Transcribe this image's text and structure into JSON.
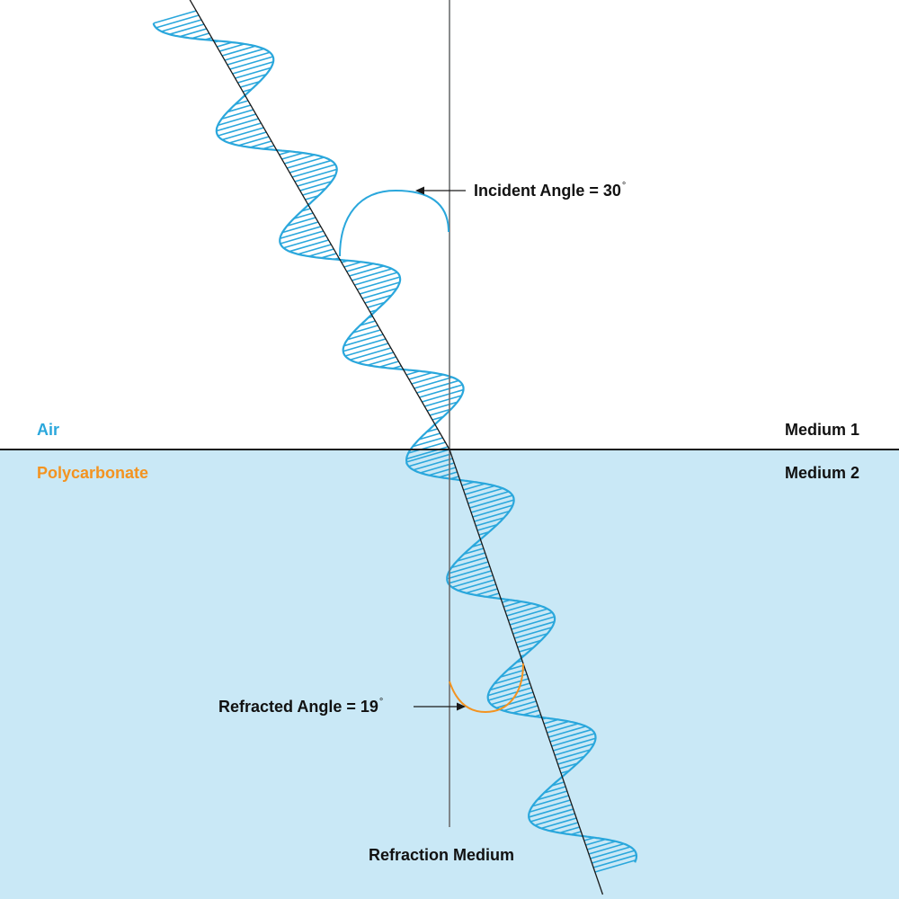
{
  "diagram": {
    "title": "Refraction of light from air into polycarbonate",
    "colors": {
      "medium2_fill": "#c9e8f6",
      "wave": "#2aa7dc",
      "ray": "#1a1a1a",
      "normal": "#6d6e70",
      "boundary": "#1a1a1a",
      "incident_arc": "#2aa7dc",
      "refracted_arc": "#f39320",
      "air_label": "#2aa7dc",
      "polycarbonate_label": "#f39320",
      "text": "#111111"
    },
    "incident_angle_deg": 30,
    "refracted_angle_deg": 19,
    "labels": {
      "air": "Air",
      "polycarbonate": "Polycarbonate",
      "medium1": "Medium 1",
      "medium2": "Medium 2",
      "incident_angle_text": "Incident Angle = 30",
      "refracted_angle_text": "Refracted Angle = 19",
      "degree_symbol": "°",
      "refraction_medium": "Refraction Medium"
    }
  }
}
